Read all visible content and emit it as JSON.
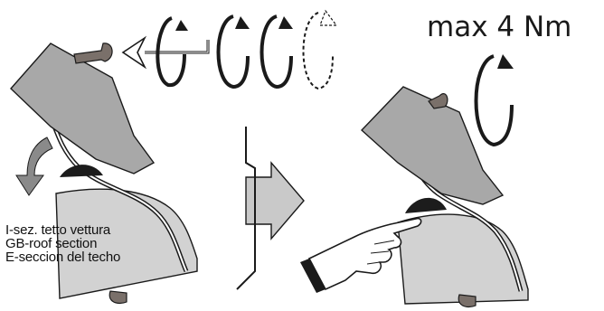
{
  "diagram": {
    "torque_label": "max 4 Nm",
    "section_labels": [
      "I-sez. tetto vettura",
      "GB-roof section",
      "E-seccion del techo"
    ]
  },
  "colors": {
    "part_fill": "#a8a8a8",
    "part_dark": "#8a8a8a",
    "section_fill": "#d2d2d2",
    "knob_fill": "#7a706a",
    "pad_fill": "#1c1c1c",
    "arrow_fill": "#c9c9c9",
    "outline": "#1a1a1a"
  },
  "icons": {
    "knob_remove_arrow": "arrow-left-icon",
    "turn_icons": [
      "rotate-cw-icon",
      "rotate-cw-icon",
      "rotate-cw-icon",
      "rotate-cw-dashed-icon"
    ],
    "torque_turn": "rotate-cw-icon",
    "step_arrow": "arrow-right-icon",
    "pointing_hand": "pointing-hand-icon"
  }
}
